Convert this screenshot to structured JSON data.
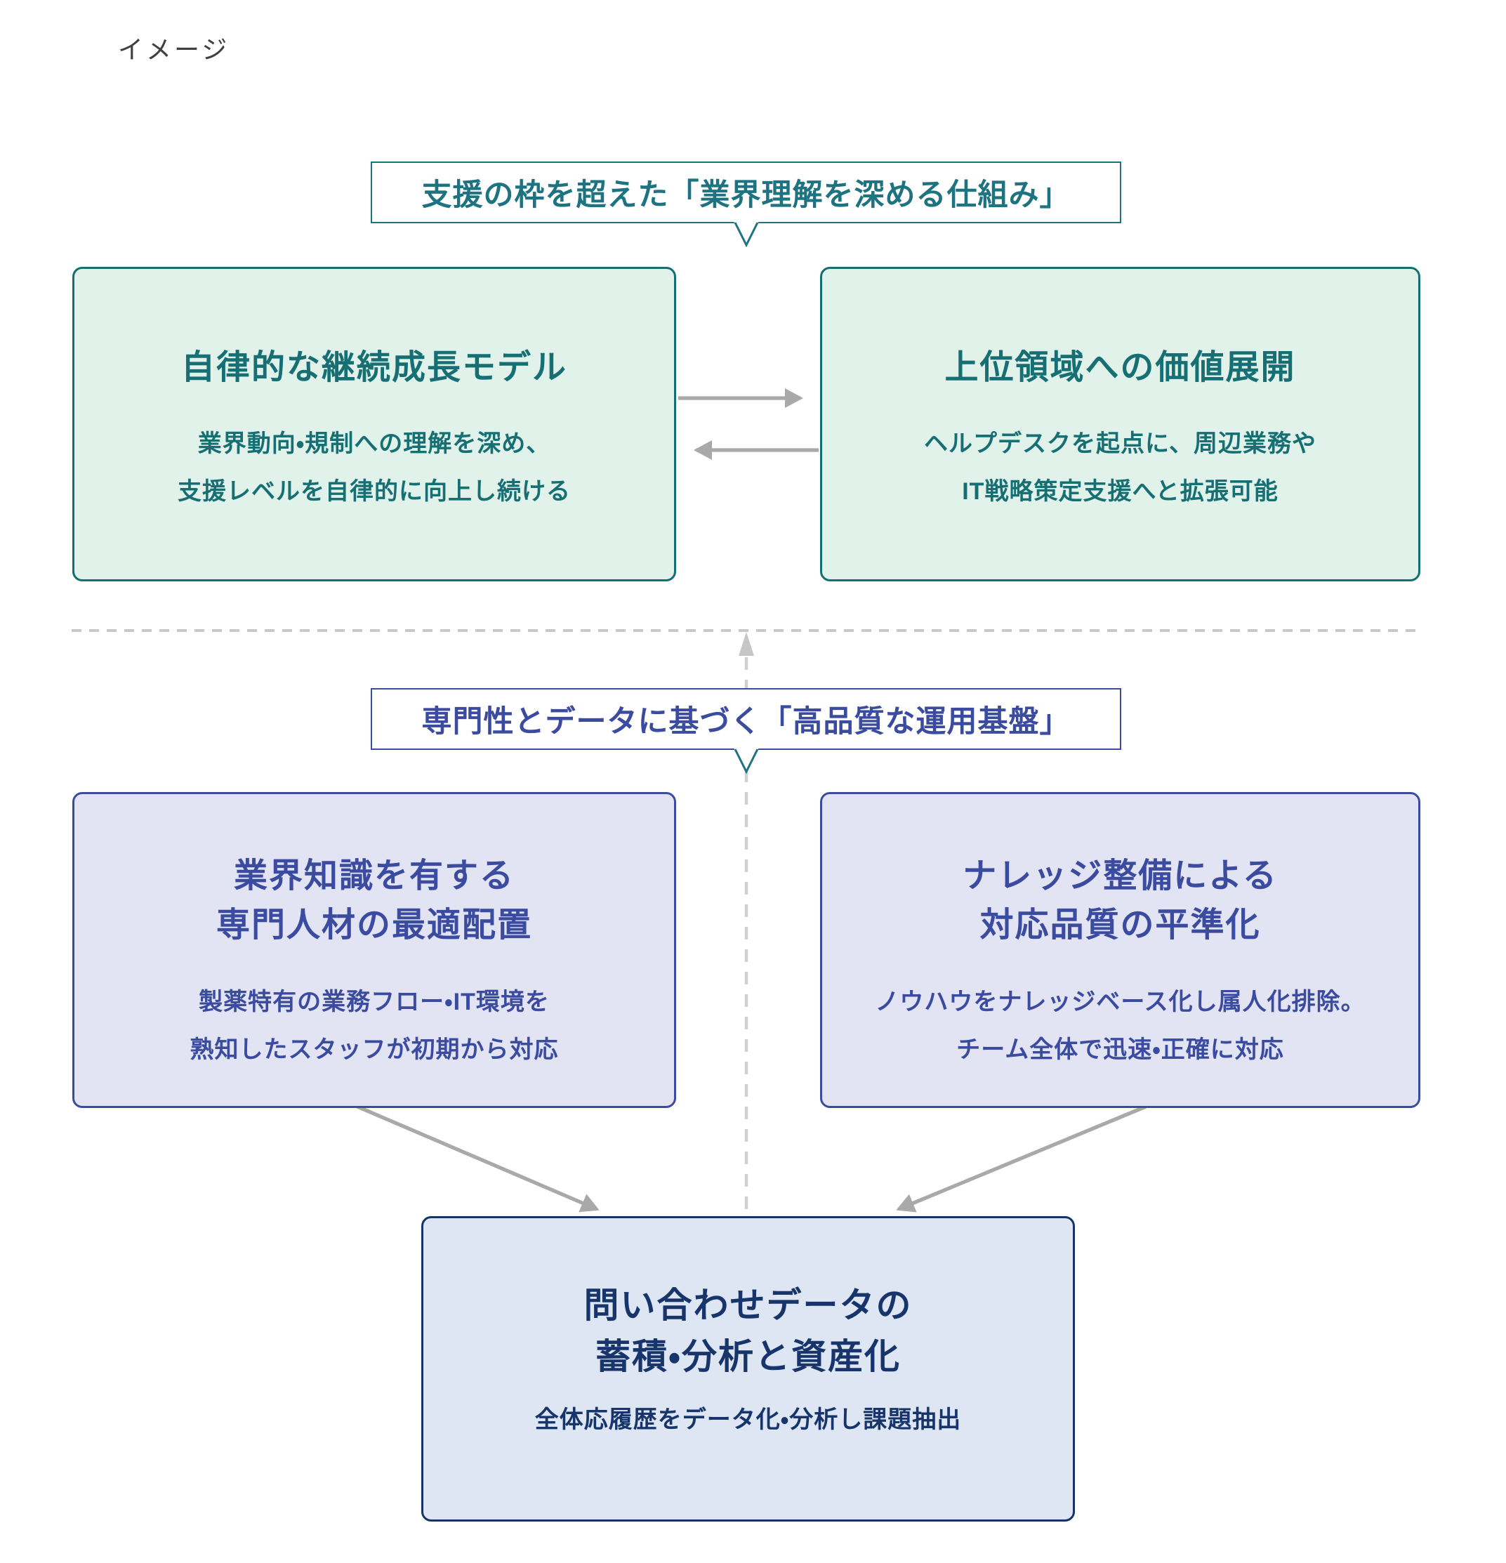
{
  "page": {
    "label": "イメージ"
  },
  "growth_section": {
    "header_title": "支援の枠を超えた「業界理解を深める仕組み」",
    "cards": [
      {
        "title": "自律的な継続成長モデル",
        "body_line1": "業界動向・規制への理解を深め、",
        "body_line2": "支援レベルを自律的に向上し続ける"
      },
      {
        "title": "上位領域への価値展開",
        "body_line1": "ヘルプデスクを起点に、周辺業務や",
        "body_line2": "IT戦略策定支援へと拡張可能"
      }
    ]
  },
  "foundation_section": {
    "header_title": "専門性とデータに基づく「高品質な運用基盤」",
    "cards": [
      {
        "title_line1": "業界知識を有する",
        "title_line2": "専門人材の最適配置",
        "body_line1": "製薬特有の業務フロー・IT環境を",
        "body_line2": "熟知したスタッフが初期から対応"
      },
      {
        "title_line1": "ナレッジ整備による",
        "title_line2": "対応品質の平準化",
        "body_line1": "ノウハウをナレッジベース化し属人化排除。",
        "body_line2": "チーム全体で迅速・正確に対応"
      }
    ],
    "bottom_card": {
      "title_line1": "問い合わせデータの",
      "title_line2": "蓄積・分析と資産化",
      "body": "全体応履歴をデータ化・分析し課題抽出"
    }
  },
  "colors": {
    "accent_teal": "#1e7380",
    "green_border": "#156e6f",
    "green_fill": "#e1f2ea",
    "green_text": "#166f73",
    "accent_indigo": "#3a4ba0",
    "purple_fill": "#e2e4f4",
    "navy_border": "#163467",
    "navy_text": "#17356b",
    "blue_fill": "#dde6f2",
    "arrow_gray": "#a9a9a9",
    "dash_gray": "#c9c9c9",
    "label_gray": "#3f3f3f"
  }
}
